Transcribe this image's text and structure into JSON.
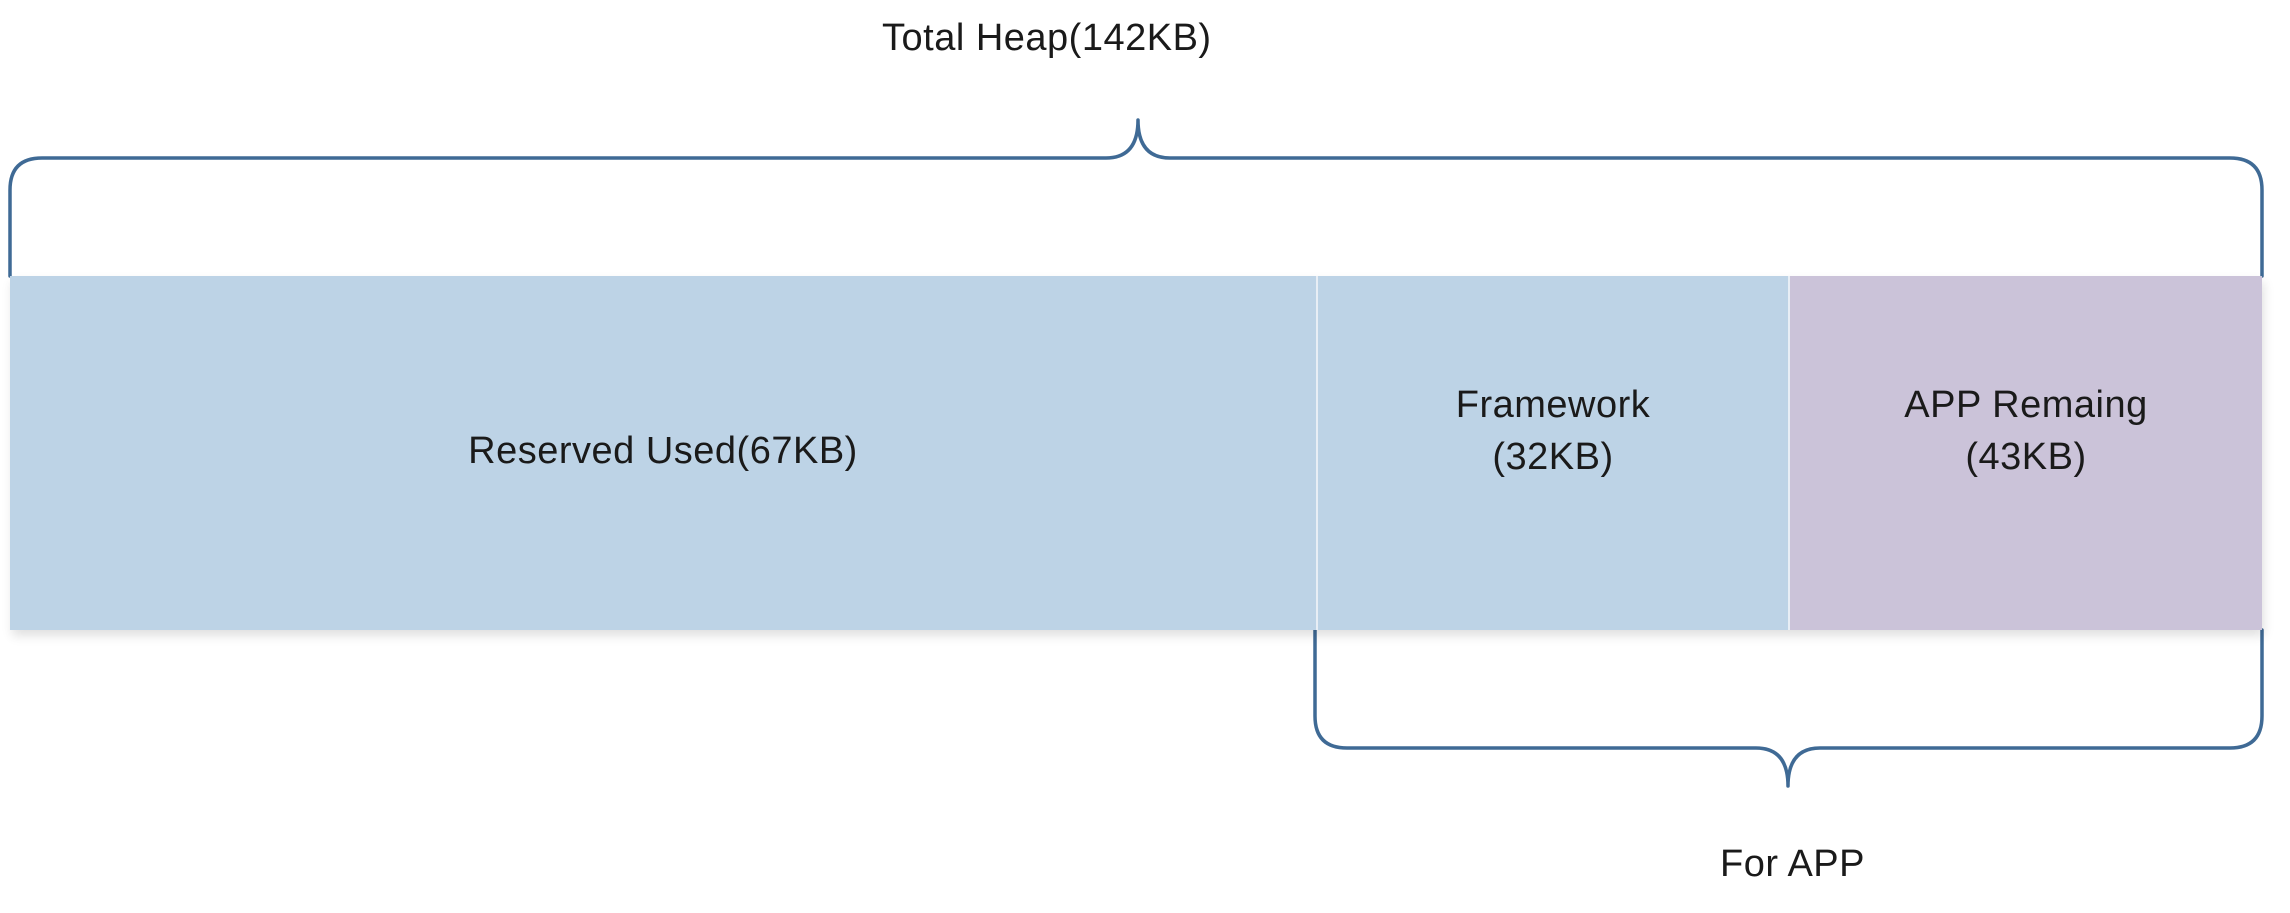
{
  "top_label": "Total Heap(142KB)",
  "bottom_label": "For APP",
  "segments": [
    {
      "name": "Reserved  Used(67KB)",
      "line1": "Reserved  Used(67KB)",
      "line2": "",
      "value_kb": 67,
      "color": "#bdd3e6"
    },
    {
      "name": "Framework (32KB)",
      "line1": "Framework",
      "line2": "(32KB)",
      "value_kb": 32,
      "color": "#bdd3e6"
    },
    {
      "name": "APP Remaing (43KB)",
      "line1": "APP Remaing",
      "line2": "(43KB)",
      "value_kb": 43,
      "color": "#cbc3d9"
    }
  ],
  "colors": {
    "bracket": "#3f6a95",
    "background": "#ffffff"
  }
}
